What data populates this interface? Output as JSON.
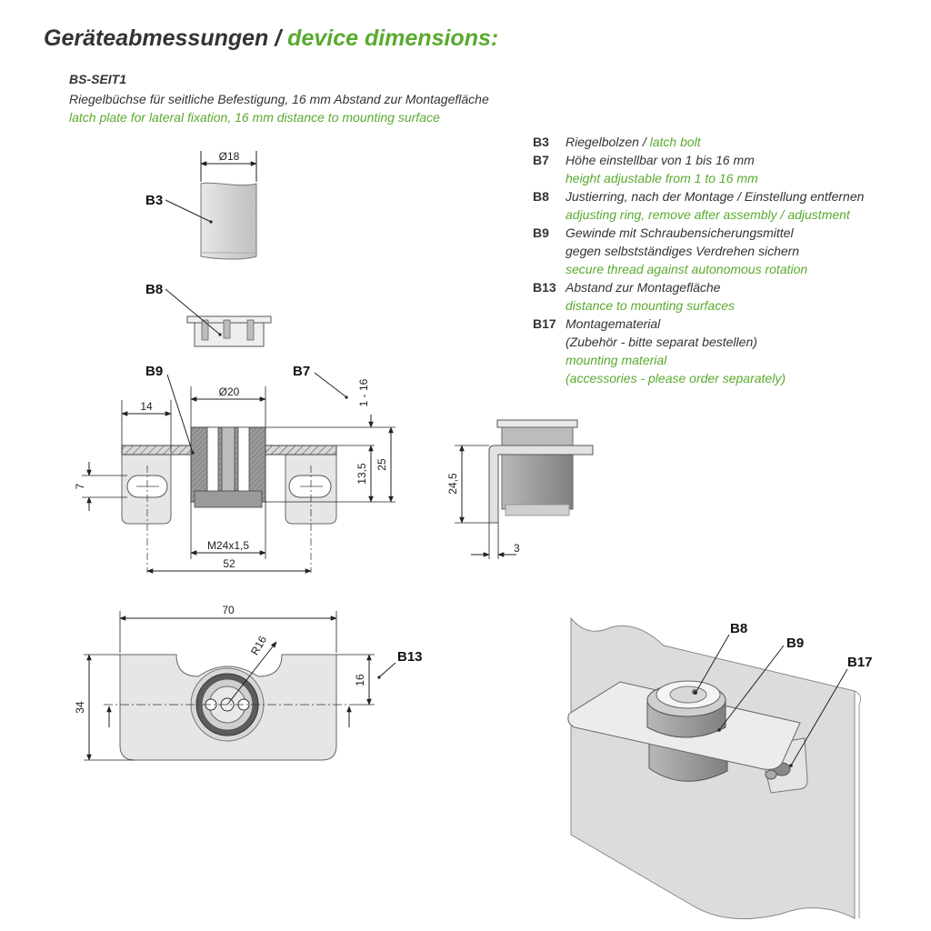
{
  "header": {
    "title_de": "Geräteabmessungen",
    "title_sep": " / ",
    "title_en": "device dimensions:"
  },
  "product": {
    "model": "BS-SEIT1",
    "description_de": "Riegelbüchse für seitliche Befestigung, 16 mm Abstand zur Montagefläche",
    "description_en": "latch plate for lateral fixation, 16 mm distance to mounting surface"
  },
  "legend": {
    "b3": {
      "code": "B3",
      "de": "Riegelbolzen / ",
      "en": "latch bolt"
    },
    "b7": {
      "code": "B7",
      "de": "Höhe einstellbar von 1 bis 16 mm",
      "en": "height adjustable from 1 to 16 mm"
    },
    "b8": {
      "code": "B8",
      "de": "Justierring, nach der Montage / Einstellung entfernen",
      "en": "adjusting ring, remove after assembly / adjustment"
    },
    "b9": {
      "code": "B9",
      "de1": "Gewinde mit Schraubensicherungsmittel",
      "de2": "gegen selbstständiges Verdrehen sichern",
      "en": "secure thread against autonomous rotation"
    },
    "b13": {
      "code": "B13",
      "de": "Abstand zur Montagefläche",
      "en": "distance to mounting surfaces"
    },
    "b17": {
      "code": "B17",
      "de1": "Montagematerial",
      "de2": "(Zubehör - bitte separat bestellen)",
      "en1": "mounting material",
      "en2": "(accessories - please order separately)"
    }
  },
  "callouts": {
    "b3": "B3",
    "b8": "B8",
    "b9": "B9",
    "b7": "B7",
    "b13": "B13",
    "iso_b8": "B8",
    "iso_b9": "B9",
    "iso_b17": "B17"
  },
  "dimensions": {
    "bolt_diameter": "Ø18",
    "nut_diameter": "Ø20",
    "width_14": "14",
    "height_7": "7",
    "thread": "M24x1,5",
    "spacing_52": "52",
    "height_13_5": "13,5",
    "height_25": "25",
    "range_1_16": "1 - 16",
    "side_24_5": "24,5",
    "side_3": "3",
    "width_70": "70",
    "height_34": "34",
    "radius_16": "R16",
    "height_16": "16"
  },
  "colors": {
    "accent_green": "#5aaa2e",
    "part_gray": "#e4e4e4",
    "thread_gray": "#8a8a8a",
    "wall_gray": "#dcdcdc"
  }
}
